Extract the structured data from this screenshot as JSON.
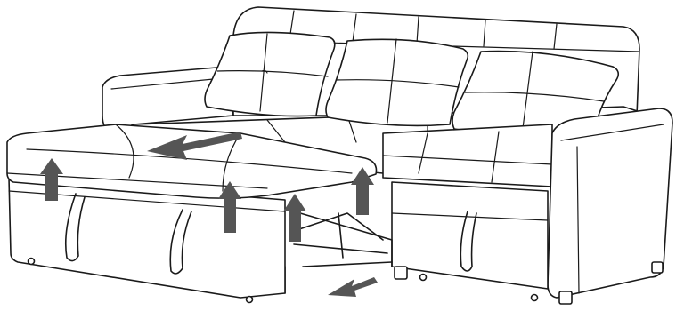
{
  "figure": {
    "subject": "sleeper-sectional-sofa-pull-out-bed-instruction",
    "arrow_color": "#555555",
    "line_color": "#1a1a1a",
    "background": "#ffffff"
  },
  "arrows": [
    {
      "name": "pull-seat-arrow",
      "direction": "diagonal-down-left"
    },
    {
      "name": "push-base-arrow",
      "direction": "diagonal-down-left"
    },
    {
      "name": "lift-arrow-1",
      "direction": "up"
    },
    {
      "name": "lift-arrow-2",
      "direction": "up"
    },
    {
      "name": "lift-arrow-3",
      "direction": "up"
    },
    {
      "name": "lift-arrow-4",
      "direction": "up"
    }
  ]
}
